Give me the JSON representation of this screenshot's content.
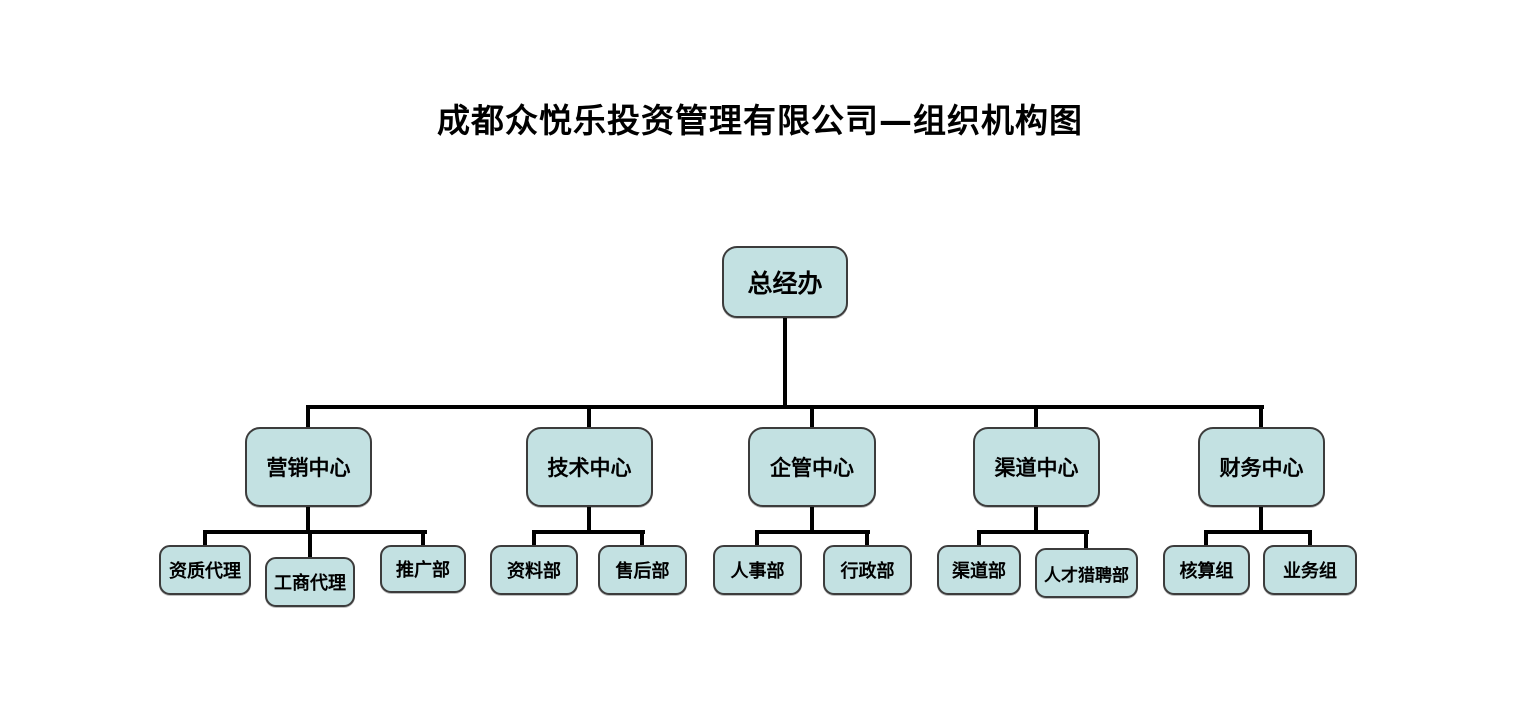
{
  "title": "成都众悦乐投资管理有限公司—组织机构图",
  "colors": {
    "node_fill": "#c3e1e2",
    "node_border": "#3c3c3c",
    "line": "#000000",
    "background": "#ffffff",
    "text": "#000000"
  },
  "org": {
    "root": {
      "label": "总经办"
    },
    "centers": [
      {
        "label": "营销中心",
        "departments": [
          {
            "label": "资质代理"
          },
          {
            "label": "工商代理"
          },
          {
            "label": "推广部"
          }
        ]
      },
      {
        "label": "技术中心",
        "departments": [
          {
            "label": "资料部"
          },
          {
            "label": "售后部"
          }
        ]
      },
      {
        "label": "企管中心",
        "departments": [
          {
            "label": "人事部"
          },
          {
            "label": "行政部"
          }
        ]
      },
      {
        "label": "渠道中心",
        "departments": [
          {
            "label": "渠道部"
          },
          {
            "label": "人才猎聘部"
          }
        ]
      },
      {
        "label": "财务中心",
        "departments": [
          {
            "label": "核算组"
          },
          {
            "label": "业务组"
          }
        ]
      }
    ]
  }
}
